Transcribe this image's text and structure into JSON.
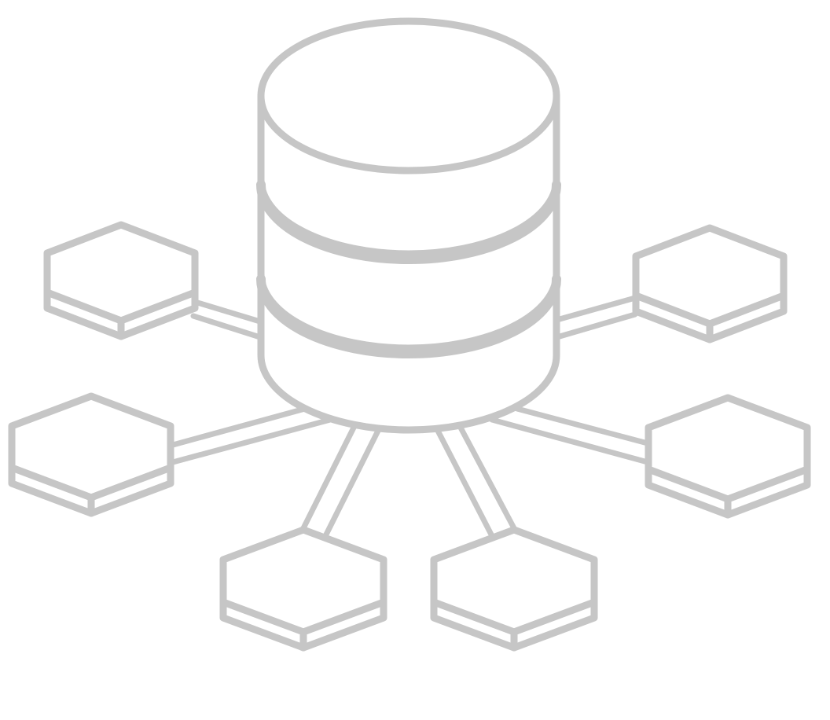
{
  "icon": {
    "name": "database-network-icon",
    "stroke_color": "#c6c6c6",
    "fill_color": "#ffffff",
    "central_node": "database-cylinder",
    "layer_count": 3,
    "peripheral_node_shape": "isometric-box",
    "peripheral_node_count": 6
  }
}
